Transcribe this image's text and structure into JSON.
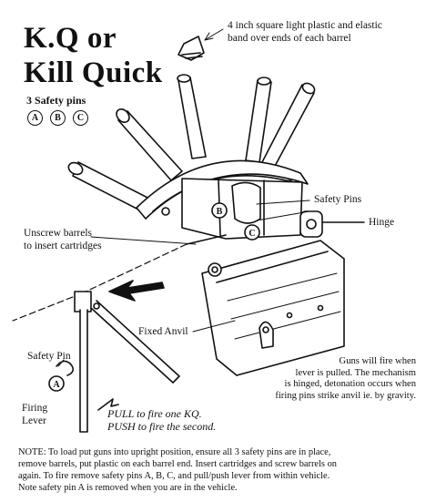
{
  "title": {
    "line1": "K.Q or",
    "line2": "Kill Quick"
  },
  "safety_pins": {
    "heading": "3 Safety pins",
    "pins": [
      "A",
      "B",
      "C"
    ]
  },
  "labels": {
    "top_note_line1": "4 inch square light plastic and elastic",
    "top_note_line2": "band over ends of each barrel",
    "safety_pins": "Safety Pins",
    "hinge": "Hinge",
    "unscrew_line1": "Unscrew barrels",
    "unscrew_line2": "to insert cartridges",
    "fixed_anvil": "Fixed Anvil",
    "safety_pin": "Safety Pin",
    "safety_pin_letter": "A",
    "firing_lever_line1": "Firing",
    "firing_lever_line2": "Lever",
    "pin_b": "B",
    "pin_c": "C"
  },
  "guns_note": {
    "line1": "Guns will fire when",
    "line2": "lever is pulled. The mechanism",
    "line3": "is hinged, detonation occurs when",
    "line4": "firing pins strike anvil ie. by gravity."
  },
  "pull_push": {
    "line1": "PULL to fire one KQ.",
    "line2": "PUSH to fire the second."
  },
  "note": {
    "line1": "NOTE: To load put guns into upright position, ensure all 3 safety pins are in place,",
    "line2": "remove barrels, put plastic on each barrel end. Insert cartridges and screw barrels on",
    "line3": "again. To fire remove safety pins A, B, C, and pull/push lever from within vehicle.",
    "line4": "Note safety pin A is removed when you are in the vehicle."
  }
}
